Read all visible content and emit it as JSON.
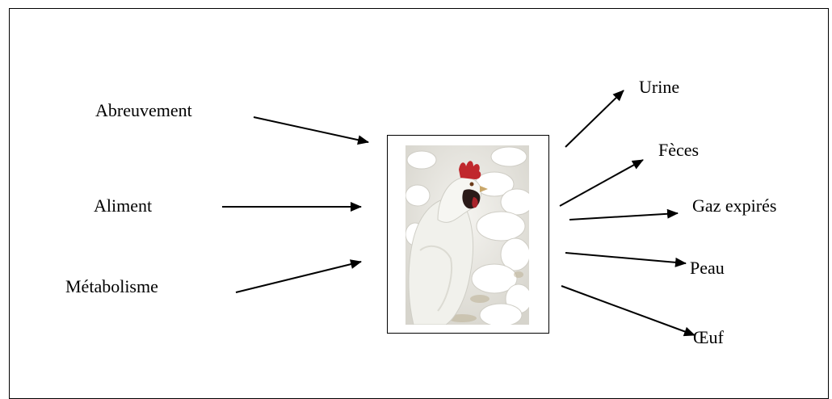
{
  "inputs": {
    "abreuvement": "Abreuvement",
    "aliment": "Aliment",
    "metabolisme": "Métabolisme"
  },
  "outputs": {
    "urine": "Urine",
    "feces": "Fèces",
    "gaz": "Gaz expirés",
    "peau": "Peau",
    "oeuf": "Œuf"
  },
  "image": {
    "subject": "white hen among flock",
    "colors": {
      "arrow": "#000000",
      "comb": "#c0282d"
    }
  }
}
